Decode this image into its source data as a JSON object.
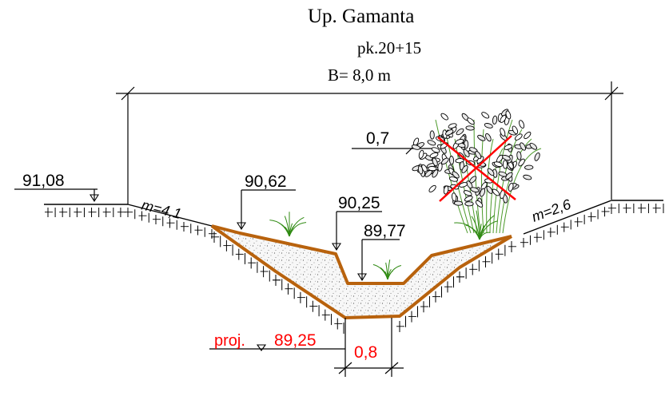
{
  "header": {
    "title": "Up. Gamanta",
    "station": "pk.20+15",
    "width": "B= 8,0 m"
  },
  "levels": {
    "left_bank": "91,08",
    "left_berm": "90,62",
    "channel_edge": "90,25",
    "channel_bottom": "89,77",
    "project_label": "proj.",
    "project_level": "89,25"
  },
  "slopes": {
    "left": "m=4,1",
    "right": "m=2,6"
  },
  "dimensions": {
    "shrub_offset": "0,7",
    "bottom_width": "0,8"
  },
  "colors": {
    "ink": "#000000",
    "excavation_outline": "#b8620d",
    "fill": "#f4f4f4",
    "grass": "#2f8a12",
    "project": "#ff0000",
    "removal_cross": "#ff0000"
  }
}
